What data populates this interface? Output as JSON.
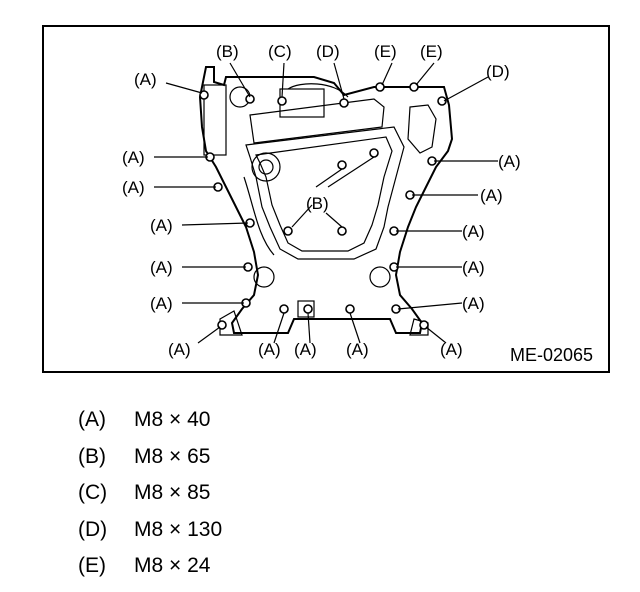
{
  "figure": {
    "code": "ME-02065",
    "label_a": "(A)",
    "label_b": "(B)",
    "label_c": "(C)",
    "label_d": "(D)",
    "label_e": "(E)"
  },
  "legend": [
    {
      "key": "(A)",
      "value": "M8 × 40"
    },
    {
      "key": "(B)",
      "value": "M8 × 65"
    },
    {
      "key": "(C)",
      "value": "M8 × 85"
    },
    {
      "key": "(D)",
      "value": "M8 × 130"
    },
    {
      "key": "(E)",
      "value": "M8 × 24"
    }
  ]
}
